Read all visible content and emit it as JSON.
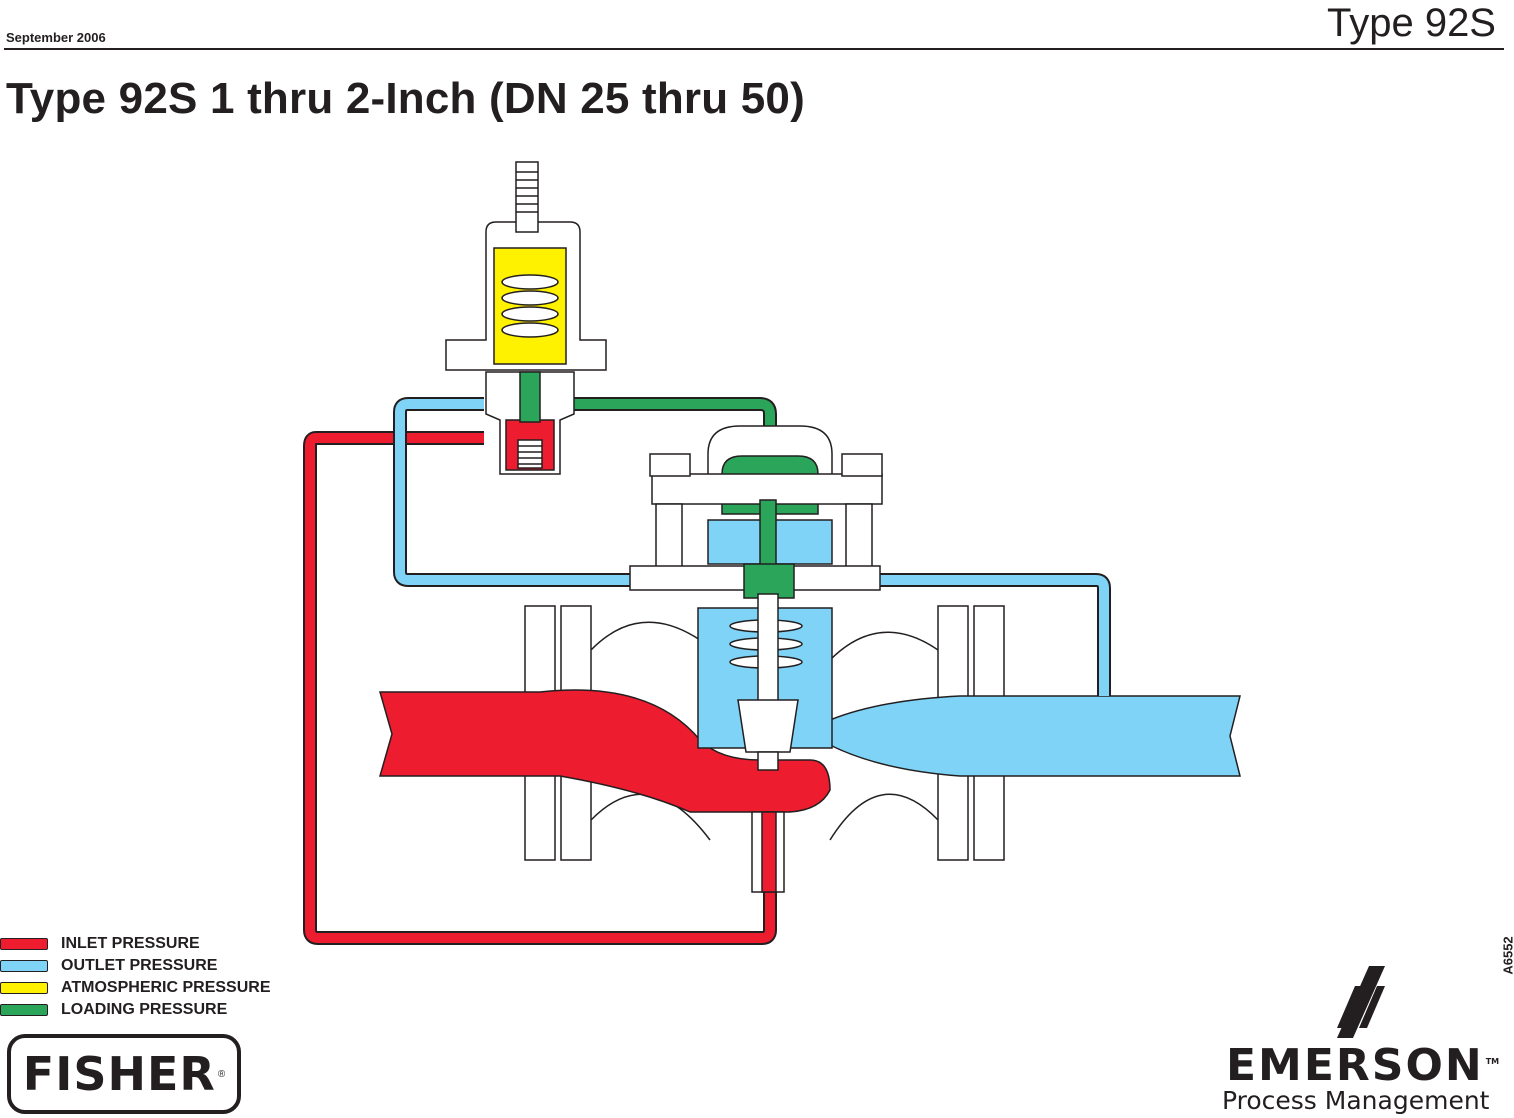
{
  "header": {
    "date": "September 2006",
    "doc_type": "Type 92S"
  },
  "title": "Type 92S 1 thru 2-Inch (DN 25 thru 50)",
  "legend": [
    {
      "label": "INLET PRESSURE",
      "color": "#ed1c2e"
    },
    {
      "label": "OUTLET PRESSURE",
      "color": "#7ed3f7"
    },
    {
      "label": "ATMOSPHERIC PRESSURE",
      "color": "#fff200"
    },
    {
      "label": "LOADING PRESSURE",
      "color": "#2ba55a"
    }
  ],
  "figure_number": "A6552",
  "logos": {
    "fisher": "FISHER",
    "emerson": "EMERSON",
    "emerson_sub": "Process Management"
  },
  "colors": {
    "inlet": "#ed1c2e",
    "outlet": "#7ed3f7",
    "atmospheric": "#fff200",
    "loading": "#2ba55a",
    "line": "#231f20",
    "body_gray": "#e6e7e8"
  }
}
